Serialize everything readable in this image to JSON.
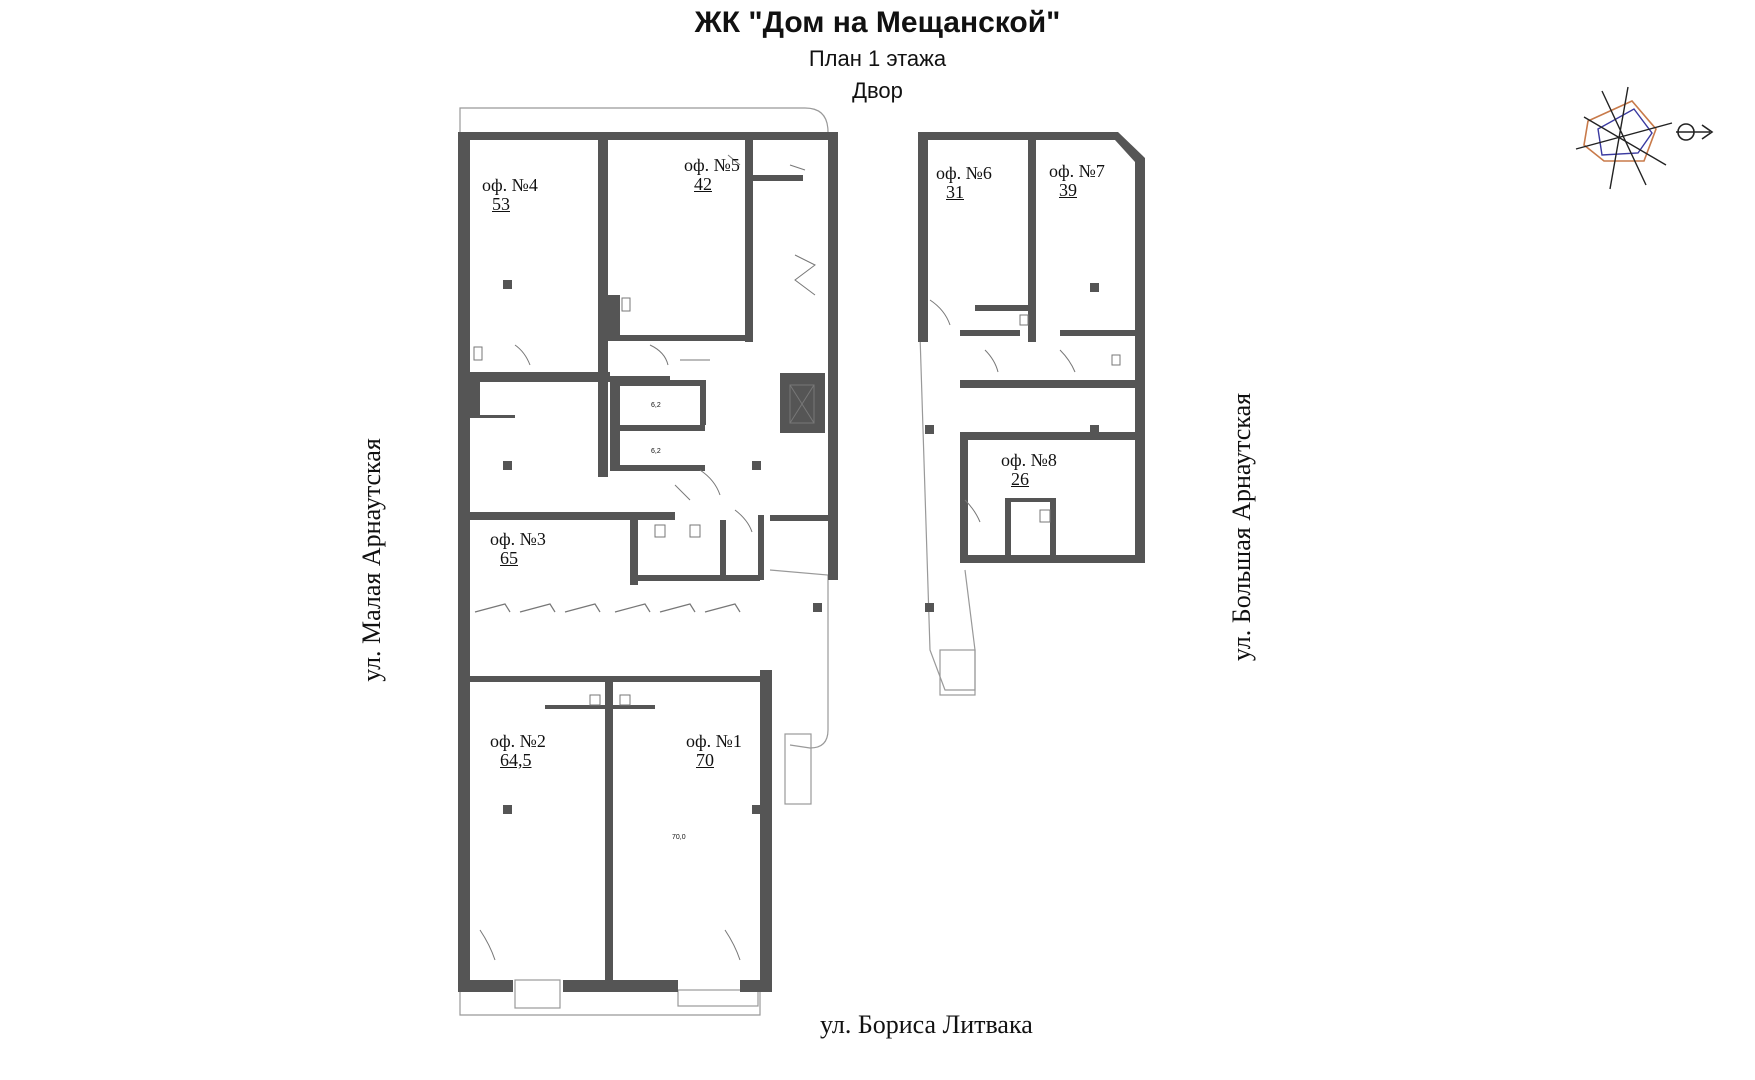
{
  "header": {
    "title": "ЖК \"Дом на Мещанской\"",
    "subtitle": "План 1 этажа",
    "courtyard": "Двор"
  },
  "streets": {
    "left": "ул. Малая Арнаутская",
    "right": "ул. Большая Арнаутская",
    "bottom": "ул. Бориса Литвака"
  },
  "offices": [
    {
      "id": "4",
      "label": "оф. №4",
      "area": "53"
    },
    {
      "id": "5",
      "label": "оф. №5",
      "area": "42"
    },
    {
      "id": "6",
      "label": "оф. №6",
      "area": "31"
    },
    {
      "id": "7",
      "label": "оф. №7",
      "area": "39"
    },
    {
      "id": "8",
      "label": "оф. №8",
      "area": "26"
    },
    {
      "id": "3",
      "label": "оф. №3",
      "area": "65"
    },
    {
      "id": "2",
      "label": "оф. №2",
      "area": "64,5"
    },
    {
      "id": "1",
      "label": "оф. №1",
      "area": "70"
    }
  ],
  "small_areas": {
    "storage_a": "6,2",
    "storage_b": "6,2",
    "office1_inner": "70,0"
  },
  "colors": {
    "wall": "#555555",
    "thin_line": "#999999",
    "compass_orange": "#c87a4a",
    "compass_blue": "#3a3aa0"
  },
  "icons": {
    "compass": "compass-rose-icon"
  }
}
